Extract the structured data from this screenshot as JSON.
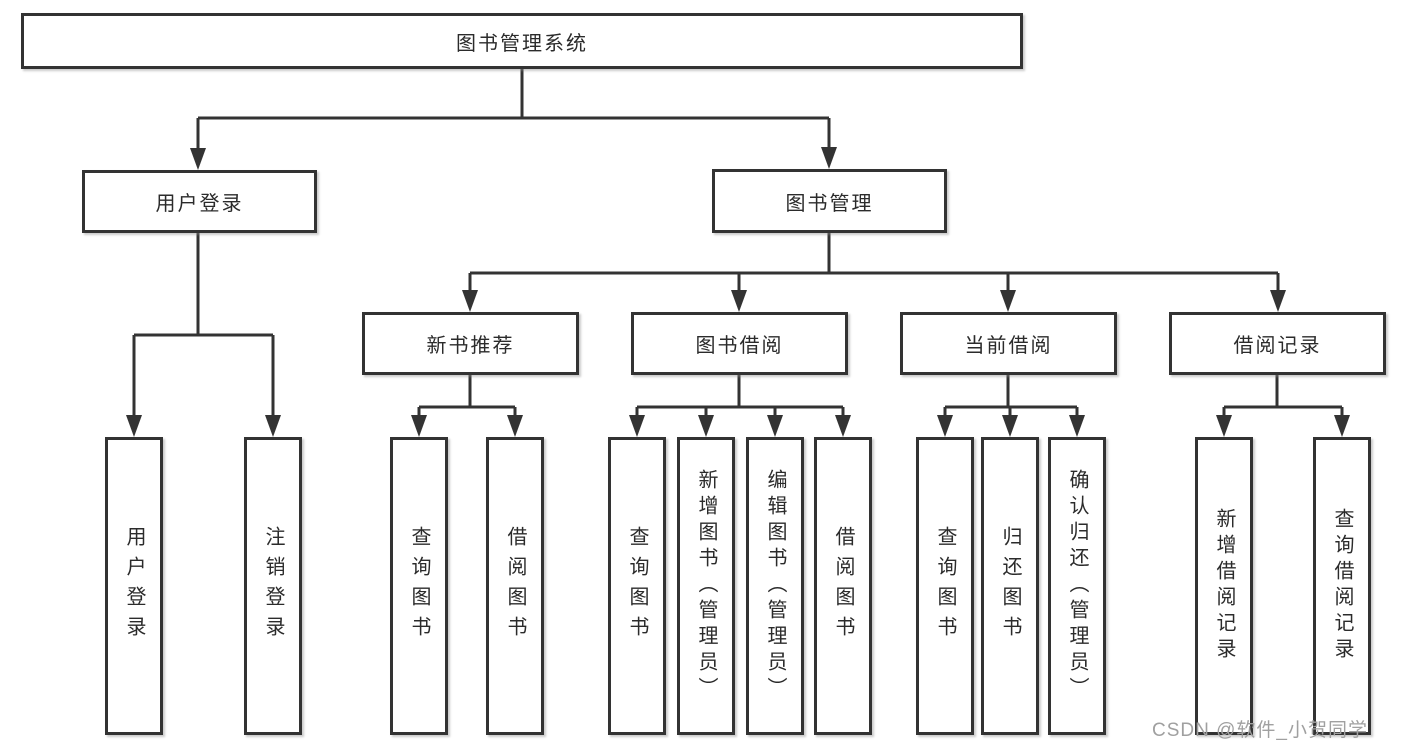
{
  "diagram": {
    "tree": {
      "root": {
        "label": "图书管理系统",
        "children": [
          {
            "label": "用户登录",
            "children": [
              {
                "label": "用户登录"
              },
              {
                "label": "注销登录"
              }
            ]
          },
          {
            "label": "图书管理",
            "children": [
              {
                "label": "新书推荐",
                "children": [
                  {
                    "label": "查询图书"
                  },
                  {
                    "label": "借阅图书"
                  }
                ]
              },
              {
                "label": "图书借阅",
                "children": [
                  {
                    "label": "查询图书"
                  },
                  {
                    "label": "新增图书（管理员）"
                  },
                  {
                    "label": "编辑图书（管理员）"
                  },
                  {
                    "label": "借阅图书"
                  }
                ]
              },
              {
                "label": "当前借阅",
                "children": [
                  {
                    "label": "查询图书"
                  },
                  {
                    "label": "归还图书"
                  },
                  {
                    "label": "确认归还（管理员）"
                  }
                ]
              },
              {
                "label": "借阅记录",
                "children": [
                  {
                    "label": "新增借阅记录"
                  },
                  {
                    "label": "查询借阅记录"
                  }
                ]
              }
            ]
          }
        ]
      }
    },
    "colors": {
      "line": "#333333",
      "box_border": "#333333",
      "text": "#2b2b2b",
      "background": "#ffffff",
      "watermark": "#a0a0a0"
    }
  },
  "watermark": {
    "text": "CSDN @软件_小贺同学"
  }
}
